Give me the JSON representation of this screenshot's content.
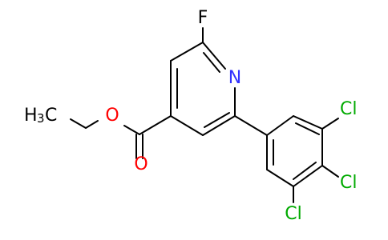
{
  "molecule": {
    "atoms": {
      "fluorine": {
        "text": "F",
        "color": "#000000"
      },
      "nitrogen": {
        "text": "N",
        "color": "#3333ff"
      },
      "carbonyl_oxygen": {
        "text": "O",
        "color": "#ff0000"
      },
      "ester_oxygen": {
        "text": "O",
        "color": "#ff0000"
      },
      "methyl_h": {
        "text": "H",
        "color": "#000000"
      },
      "methyl_sub": {
        "text": "3",
        "color": "#000000"
      },
      "methyl_c": {
        "text": "C",
        "color": "#000000"
      },
      "chlorine_top": {
        "text": "Cl",
        "color": "#00aa00"
      },
      "chlorine_mid": {
        "text": "Cl",
        "color": "#00aa00"
      },
      "chlorine_bottom": {
        "text": "Cl",
        "color": "#00aa00"
      }
    }
  }
}
